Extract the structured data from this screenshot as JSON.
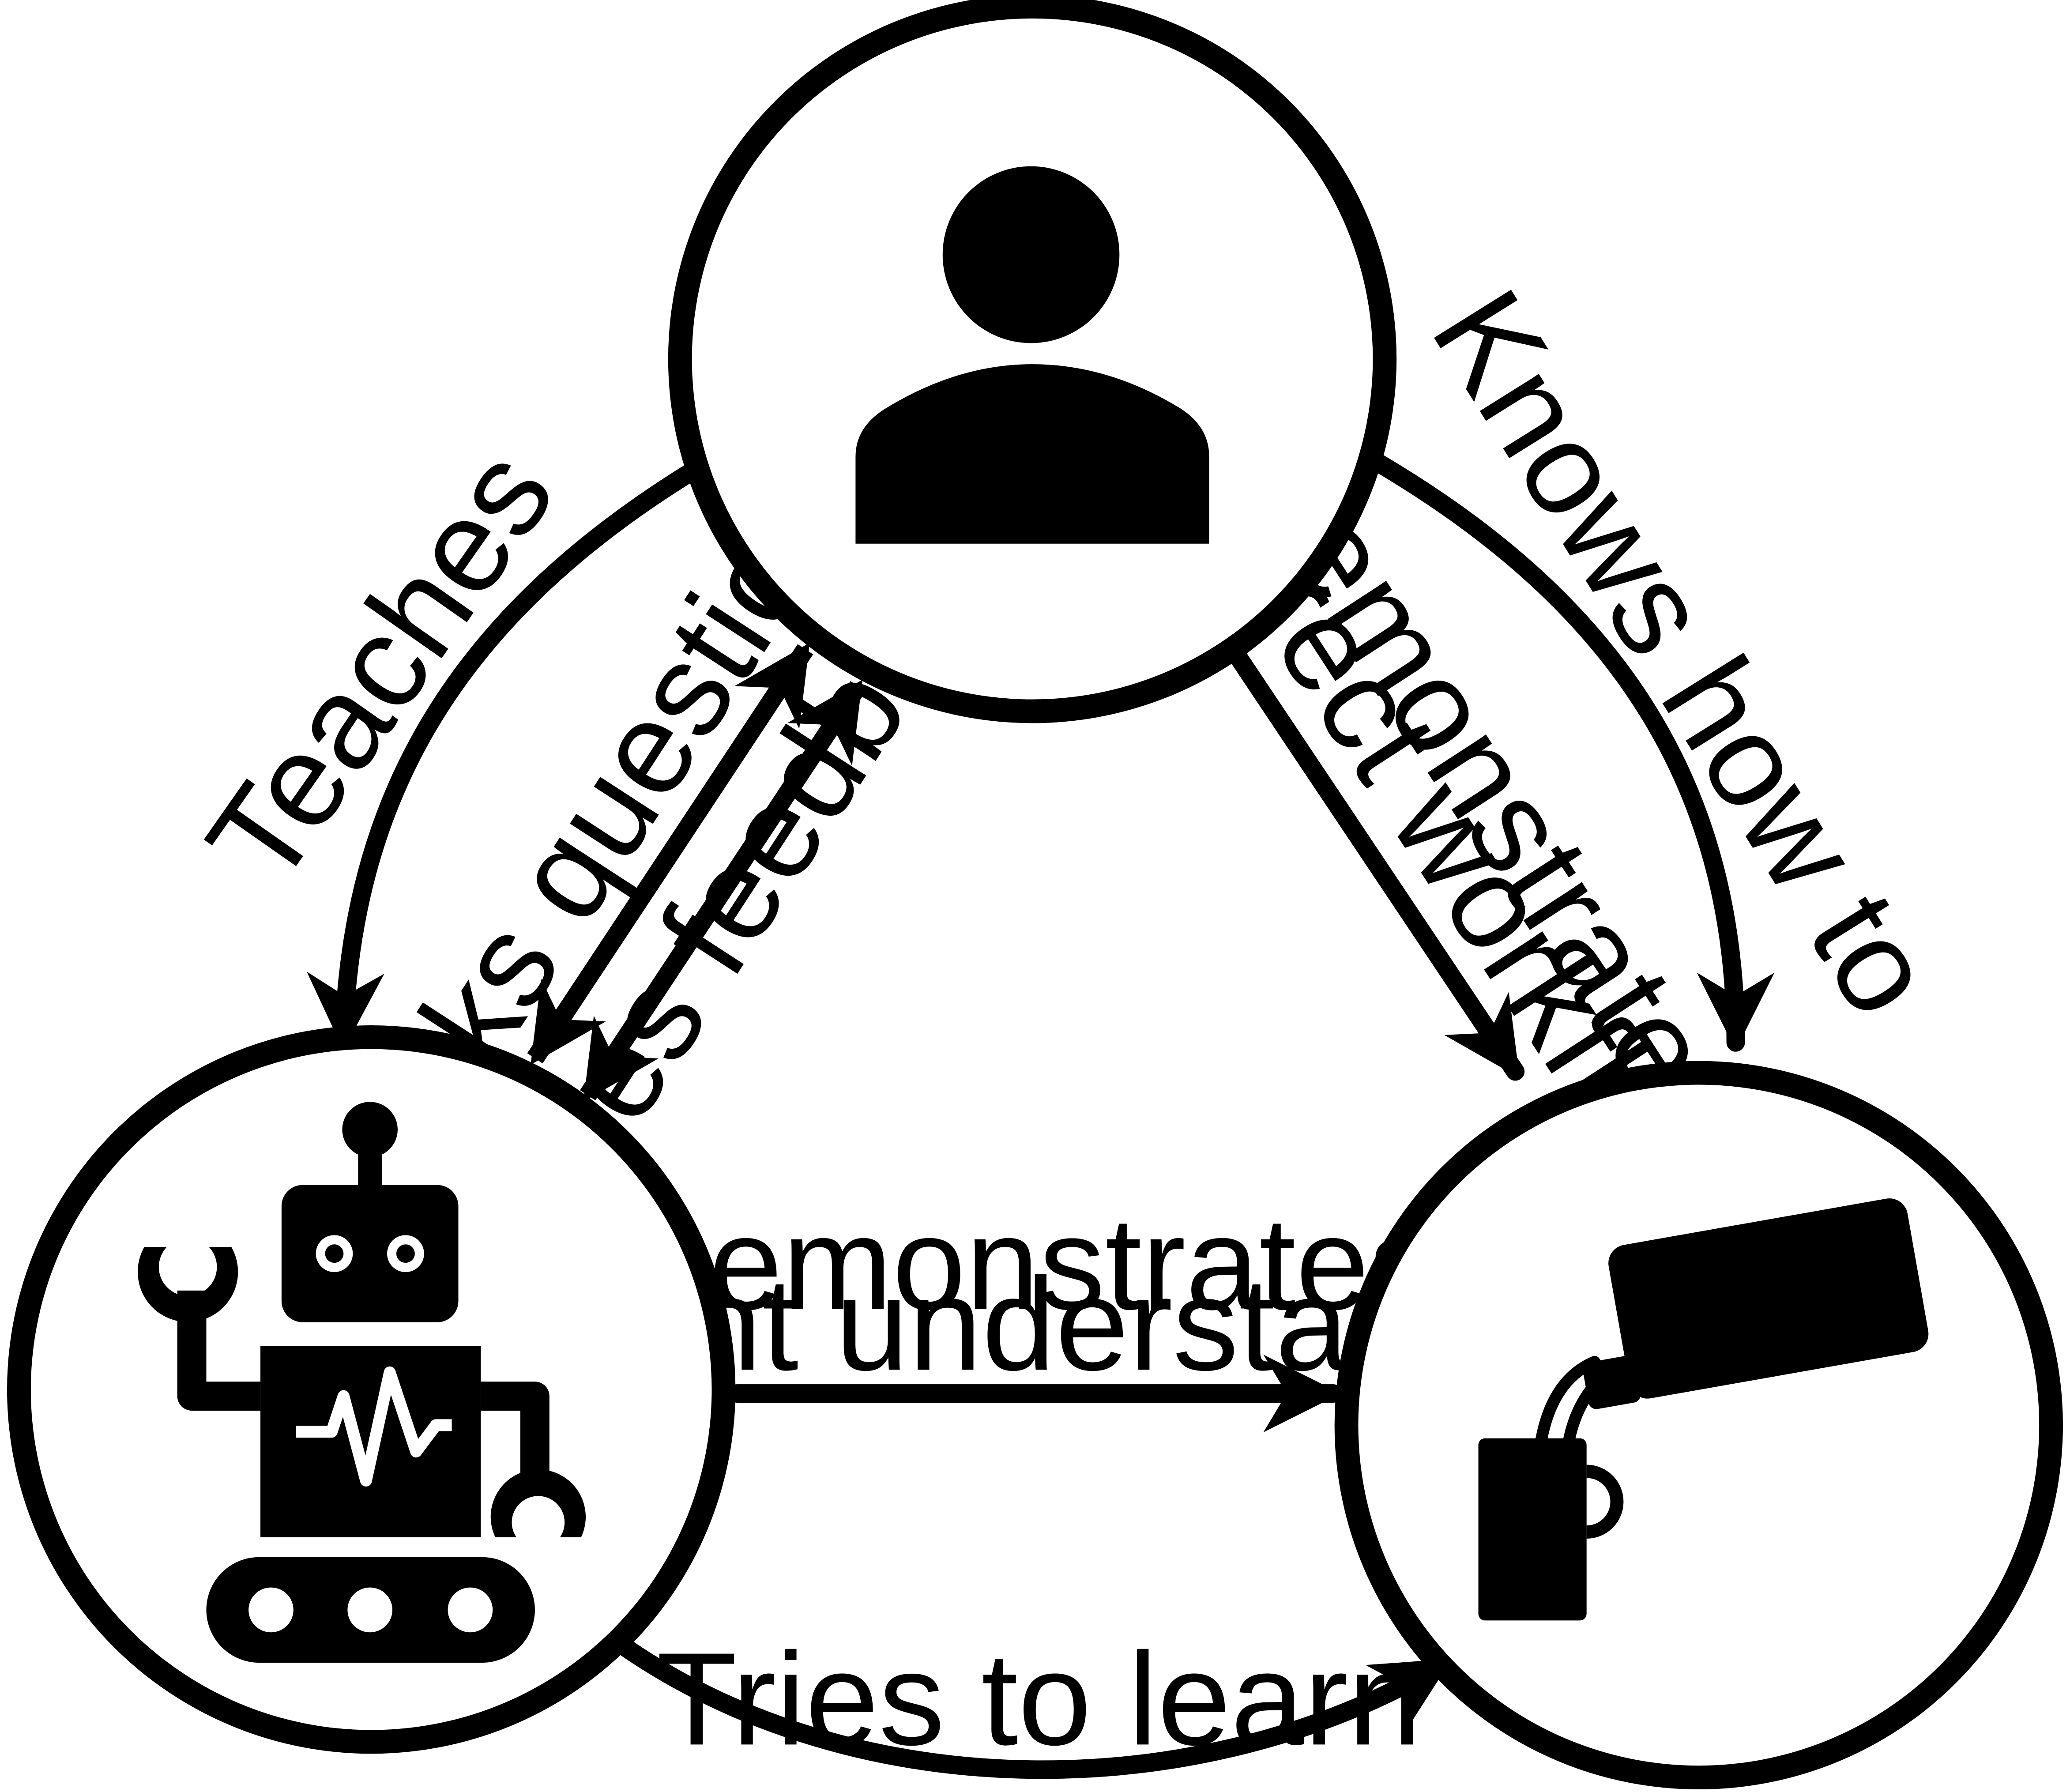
{
  "nodes": {
    "human": {
      "icon": "person-icon"
    },
    "robot": {
      "icon": "robot-icon"
    },
    "task": {
      "icon": "pouring-pitcher-icon"
    }
  },
  "edges": {
    "teaches": "Teaches",
    "knows_how_to": "Knows how to",
    "asks_questions": "Asks questions",
    "gives_feedback": "Gives feedback",
    "demonstrates_correct_line1": "Demonstrates",
    "demonstrates_correct_line2": "correct workflow",
    "demonstrates_current_line1": "Demonstrates",
    "demonstrates_current_line2": "current understanding",
    "tries_to_learn": "Tries to learn"
  },
  "colors": {
    "ink": "#000000",
    "background": "#ffffff"
  }
}
